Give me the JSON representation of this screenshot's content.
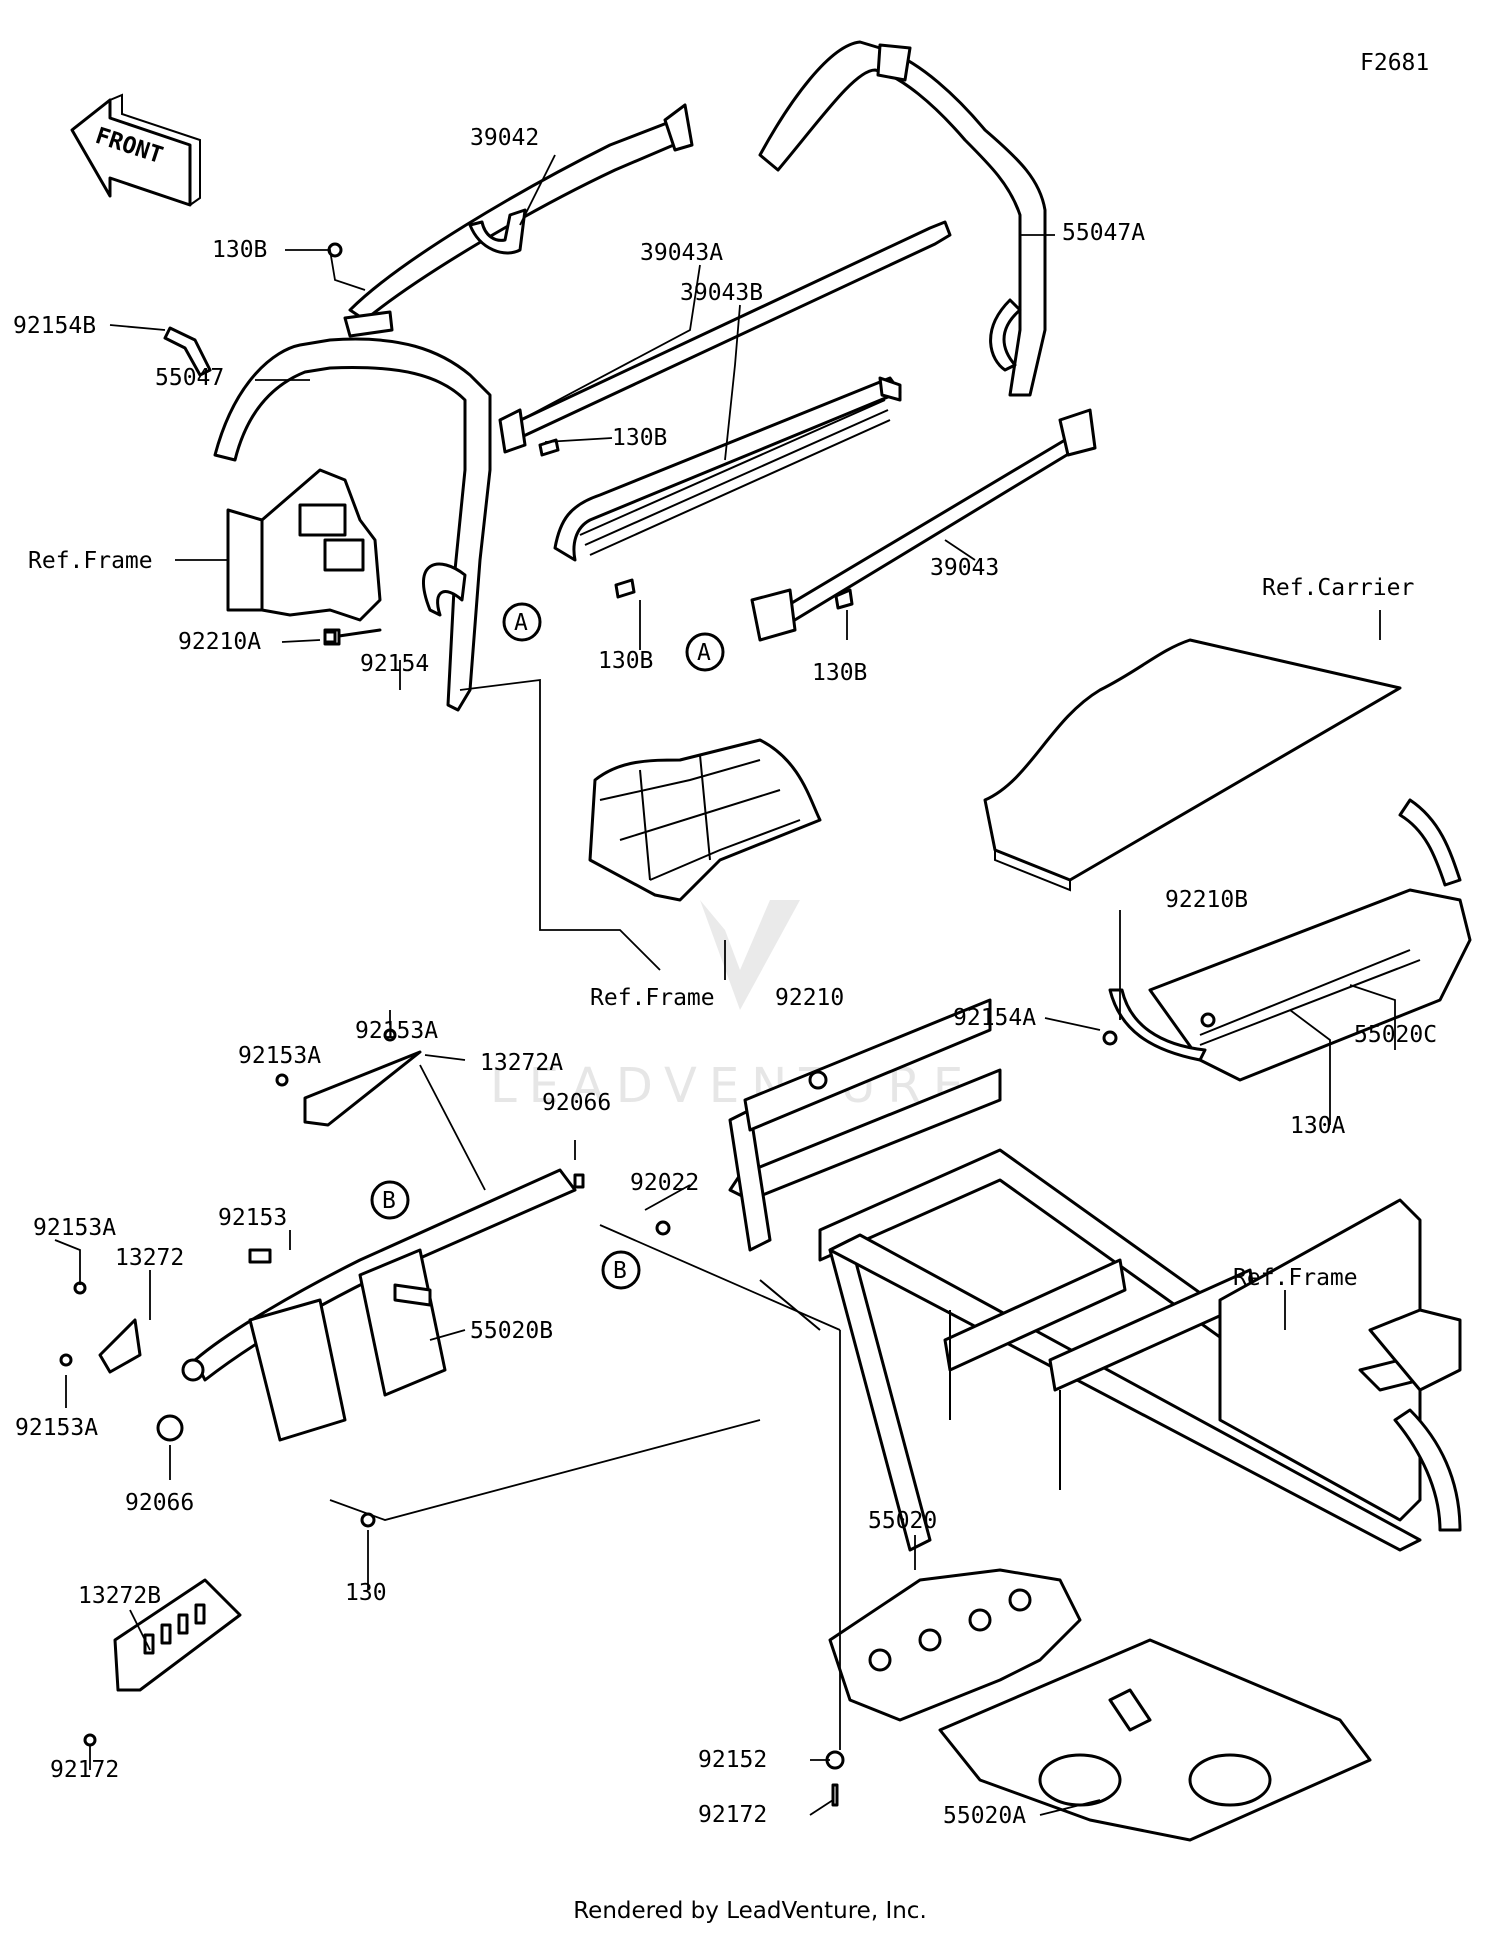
{
  "figure_code": "F2681",
  "front_label": "FRONT",
  "watermark": "LEADVENTURE",
  "footer": "Rendered by LeadVenture, Inc.",
  "parts": {
    "p39042": "39042",
    "p130B_1": "130B",
    "p39043A": "39043A",
    "p55047A": "55047A",
    "p55047": "55047",
    "p39043B": "39043B",
    "p92154B": "92154B",
    "p130B_2": "130B",
    "refFrame_1": "Ref.Frame",
    "p39043": "39043",
    "p92210A": "92210A",
    "p130B_3": "130B",
    "p130B_4": "130B",
    "refCarrier": "Ref.Carrier",
    "p92154": "92154",
    "p92210B": "92210B",
    "refFrame_2": "Ref.Frame",
    "p92210": "92210",
    "p92154A": "92154A",
    "p55020C": "55020C",
    "p92153A_1": "92153A",
    "p92153A_2": "92153A",
    "p13272A": "13272A",
    "p130A": "130A",
    "p92066_1": "92066",
    "p92022": "92022",
    "p92153": "92153",
    "p92153A_3": "92153A",
    "p13272": "13272",
    "refFrame_3": "Ref.Frame",
    "p55020B": "55020B",
    "p92153A_4": "92153A",
    "p92066_2": "92066",
    "p55020": "55020",
    "p130": "130",
    "p13272B": "13272B",
    "p92152": "92152",
    "p92172_1": "92172",
    "p92172_2": "92172",
    "p55020A": "55020A"
  },
  "callouts": {
    "A1": "A",
    "A2": "A",
    "B1": "B",
    "B2": "B"
  }
}
